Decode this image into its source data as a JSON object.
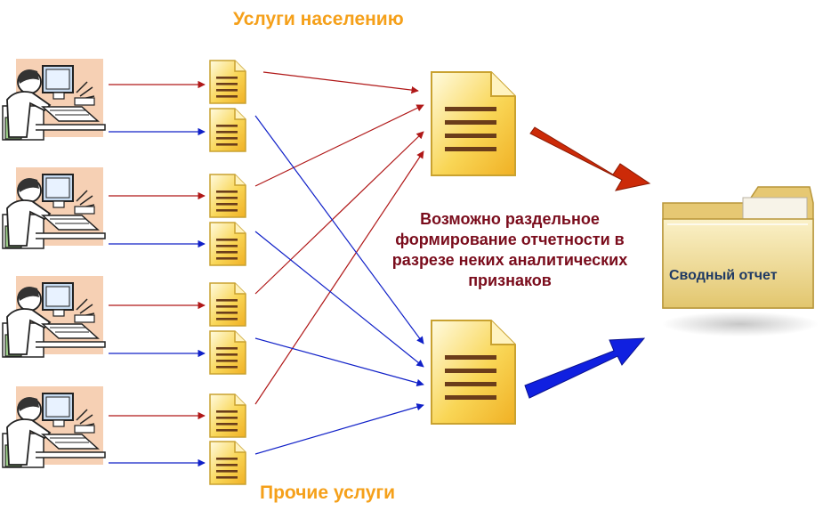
{
  "labels": {
    "top_group": "Услуги населению",
    "bottom_group": "Прочие услуги",
    "center_note": "Возможно раздельное формирование  отчетности  в разрезе неких аналитических признаков",
    "summary_report": "Сводный отчет"
  },
  "colors": {
    "group_title": "#f5a01a",
    "note_text": "#7a0c1c",
    "red_arrow": "#b01818",
    "blue_arrow": "#1020c8",
    "big_red_arrow": "#cc2a08",
    "big_blue_arrow": "#1020e0",
    "document_fill": "#f8d24a",
    "folder_fill": "#f4e2a0"
  },
  "icons": {
    "operator": "person-at-computer-icon",
    "small_document": "document-icon",
    "large_document": "document-icon",
    "summary": "folder-icon"
  }
}
